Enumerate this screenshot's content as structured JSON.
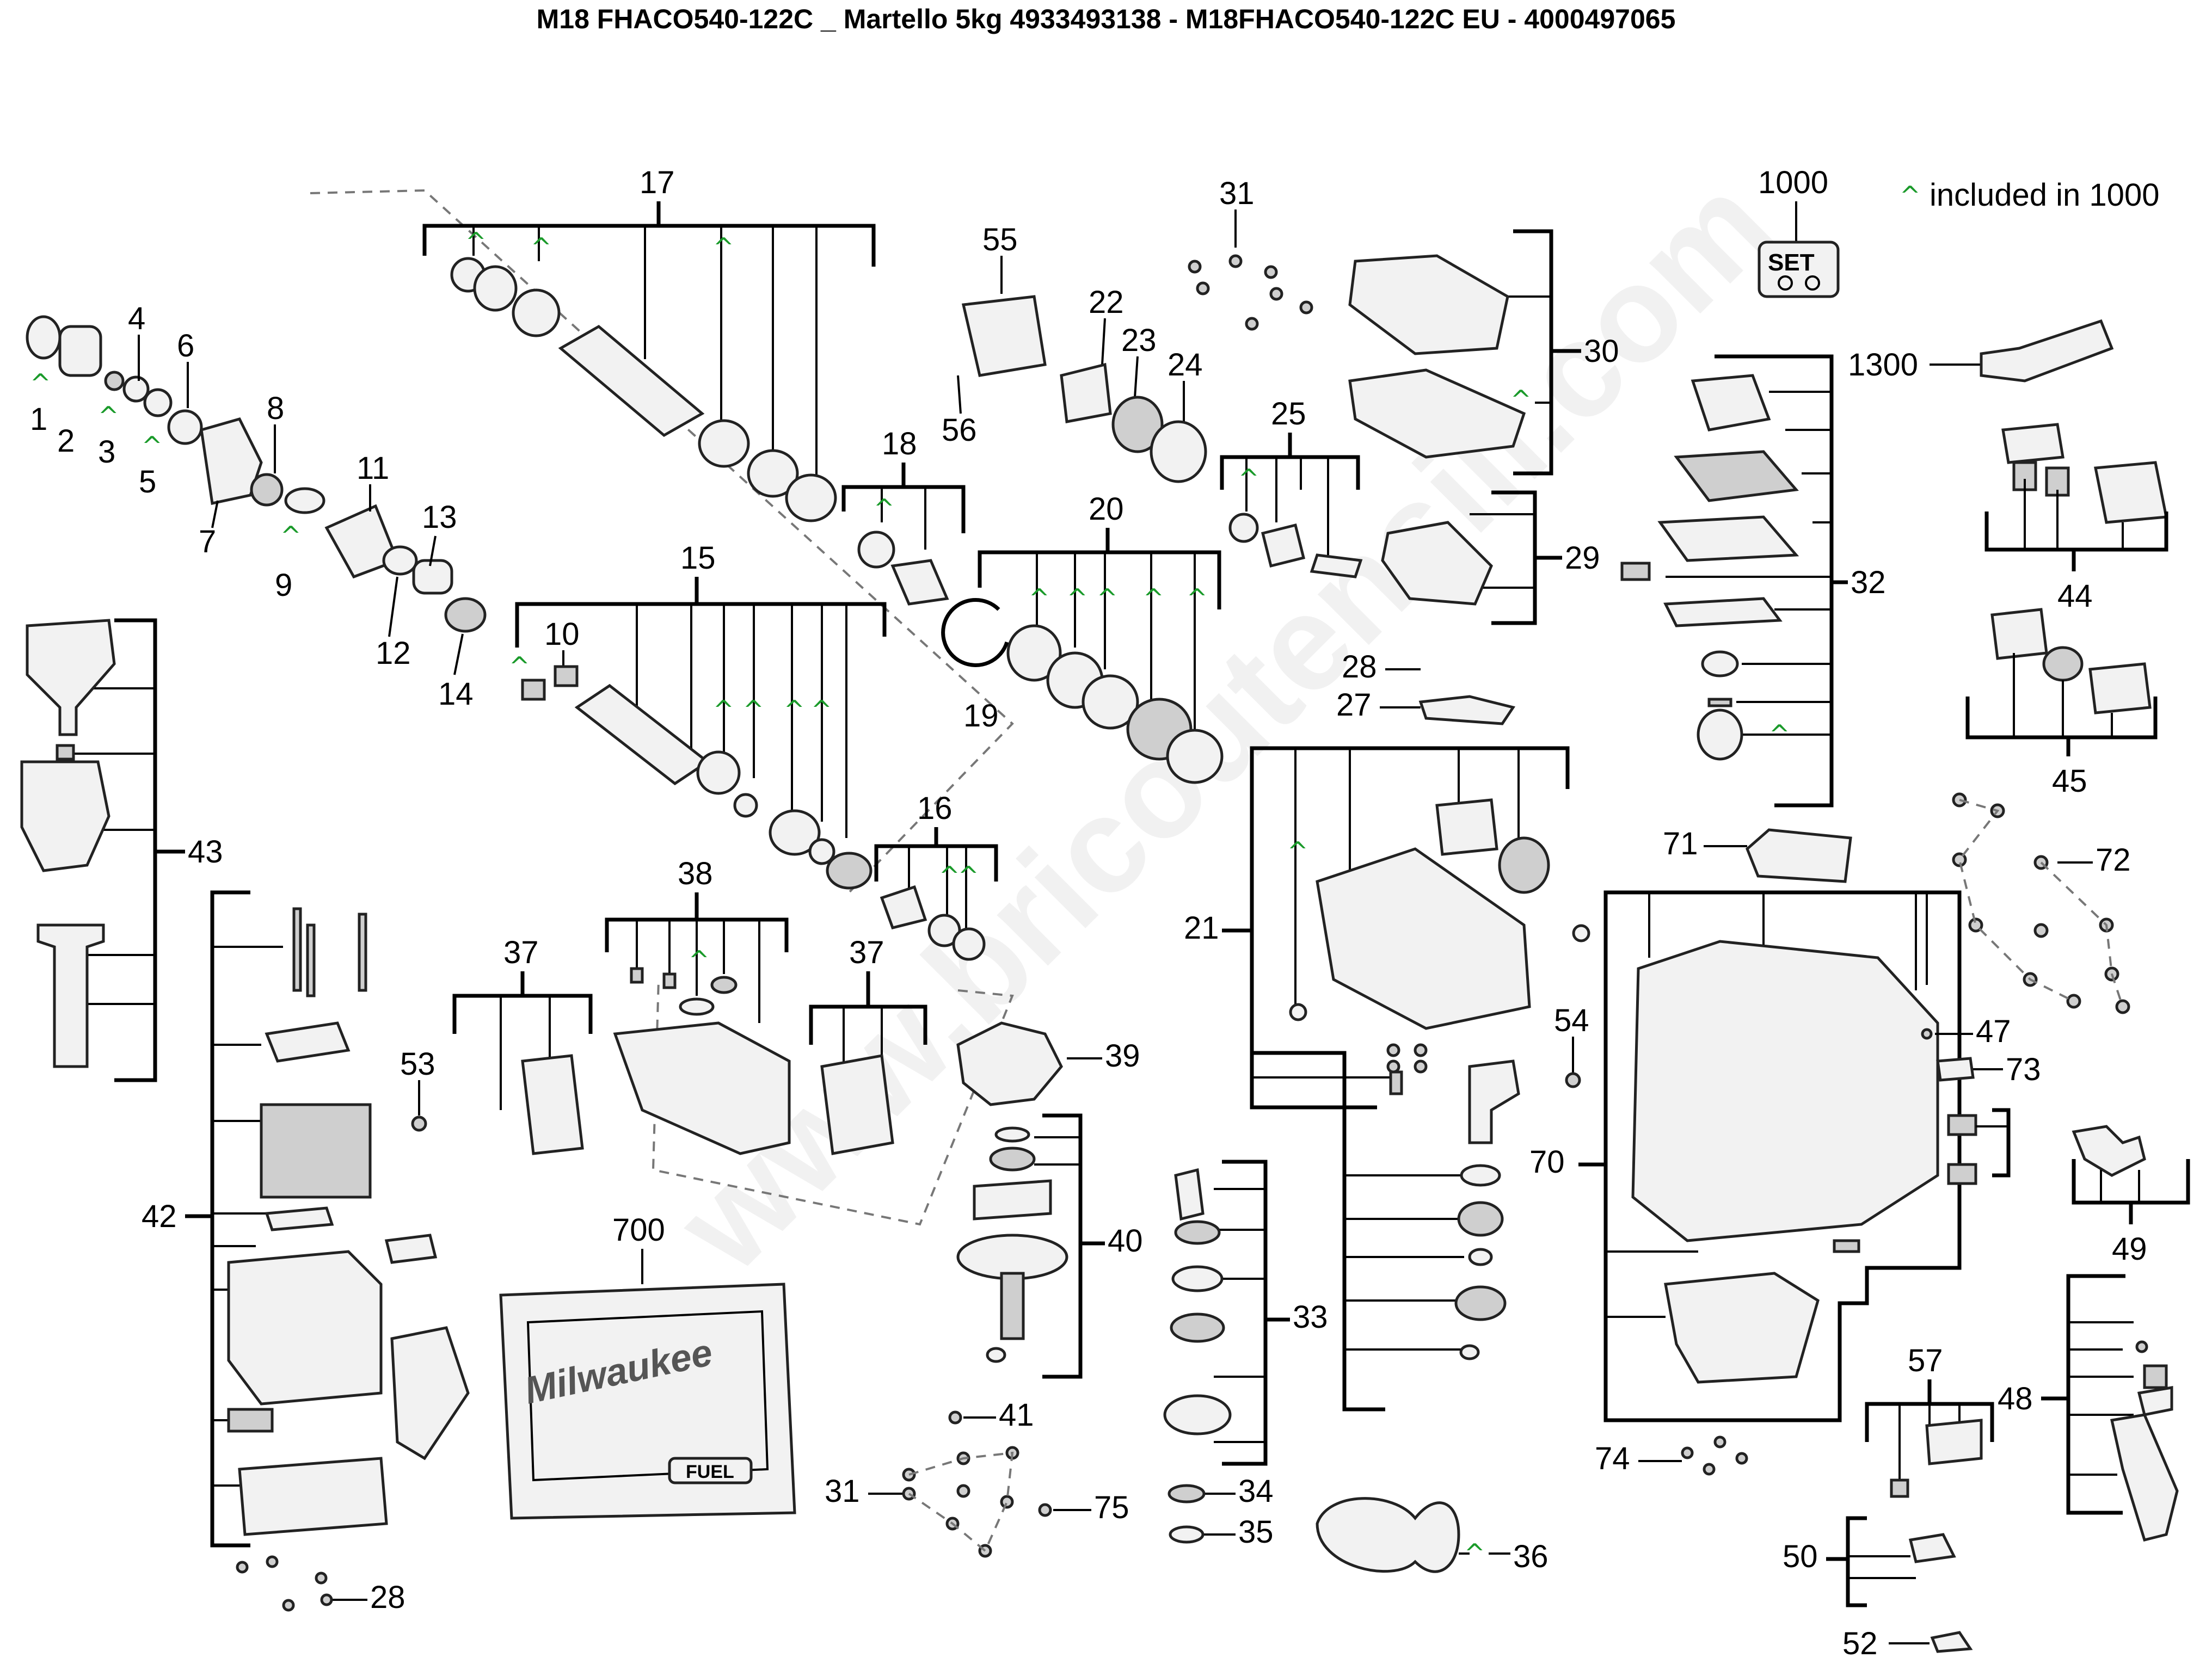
{
  "title": "M18 FHACO540-122C _ Martello 5kg 4933493138 - M18FHACO540-122C EU - 4000497065",
  "legend": {
    "marker": "^",
    "text": "included in 1000"
  },
  "watermark": "www.bricoutensili.com",
  "set_badge": "SET",
  "brand_text": "Milwaukee",
  "fuel_text": "FUEL",
  "labels": {
    "p1": "1",
    "p2": "2",
    "p3": "3",
    "p4": "4",
    "p5": "5",
    "p6": "6",
    "p7": "7",
    "p8": "8",
    "p9": "9",
    "p10": "10",
    "p11": "11",
    "p12": "12",
    "p13": "13",
    "p14": "14",
    "p15": "15",
    "p16": "16",
    "p17": "17",
    "p18": "18",
    "p19": "19",
    "p20": "20",
    "p21": "21",
    "p22": "22",
    "p23": "23",
    "p24": "24",
    "p25": "25",
    "p27": "27",
    "p28a": "28",
    "p28b": "28",
    "p29": "29",
    "p30": "30",
    "p31a": "31",
    "p31b": "31",
    "p32": "32",
    "p33": "33",
    "p34": "34",
    "p35": "35",
    "p36": "36",
    "p37a": "37",
    "p37b": "37",
    "p38": "38",
    "p39": "39",
    "p40": "40",
    "p41": "41",
    "p42": "42",
    "p43": "43",
    "p44": "44",
    "p45": "45",
    "p47": "47",
    "p48": "48",
    "p49": "49",
    "p50": "50",
    "p52": "52",
    "p53": "53",
    "p54": "54",
    "p55": "55",
    "p56": "56",
    "p57": "57",
    "p70": "70",
    "p71": "71",
    "p72": "72",
    "p73": "73",
    "p74": "74",
    "p75": "75",
    "p700": "700",
    "p1000": "1000",
    "p1300": "1300"
  },
  "colors": {
    "included_marker": "#1a9a2a",
    "line": "#000000",
    "watermark": "#d9d9d9"
  }
}
